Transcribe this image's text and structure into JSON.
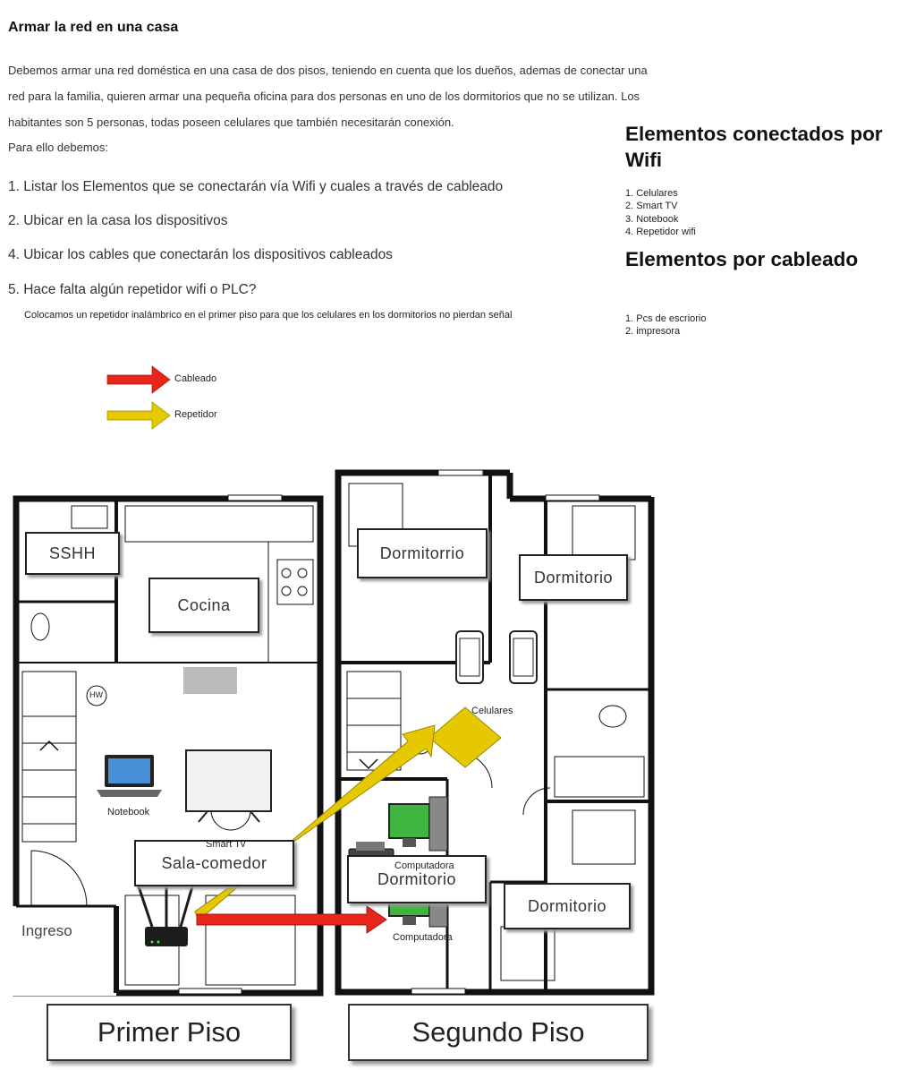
{
  "title": "Armar la red en una casa",
  "intro": [
    "Debemos armar una red doméstica en una casa de dos pisos, teniendo en cuenta que los dueños, ademas de conectar una",
    "red para la familia, quieren armar una pequeña oficina para dos personas en uno de los dormitorios que no se utilizan. Los",
    "habitantes son 5 personas, todas poseen celulares que también necesitarán conexión.",
    "Para ello debemos:"
  ],
  "steps": [
    "1. Listar los Elementos que se conectarán vía Wifi y cuales a través de cableado",
    "2. Ubicar en la casa los dispositivos",
    "4. Ubicar los cables que conectarán los dispositivos cableados",
    "5. Hace falta algún repetidor wifi o PLC?"
  ],
  "note": "Colocamos un repetidor inalámbrico en el primer piso para que los celulares en los dormitorios no pierdan señal",
  "wifi": {
    "heading": "Elementos conectados por Wifi",
    "items": [
      "1. Celulares",
      "2. Smart TV",
      "3. Notebook",
      "4. Repetidor wifi"
    ]
  },
  "wired": {
    "heading": "Elementos por cableado",
    "items": [
      "1. Pcs de escriorio",
      "2. impresora"
    ]
  },
  "legend": {
    "cable_label": "Cableado",
    "repeater_label": "Repetidor",
    "cable_color": "#e8251a",
    "repeater_color": "#e6c800"
  },
  "plan": {
    "rooms": {
      "sshh": "SSHH",
      "cocina": "Cocina",
      "sala": "Sala-comedor",
      "ingreso": "Ingreso",
      "hw": "HW",
      "dorm1": "Dormitorrio",
      "dorm2": "Dormitorio",
      "dorm3": "Dormitorio",
      "dorm4": "Dormitorio"
    },
    "devices": {
      "notebook": "Notebook",
      "smart_tv": "Smart Tv",
      "celulares": "Celulares",
      "computadora1": "Computadora",
      "computadora2": "Computadora"
    },
    "floor1": "Primer Piso",
    "floor2": "Segundo Piso"
  }
}
